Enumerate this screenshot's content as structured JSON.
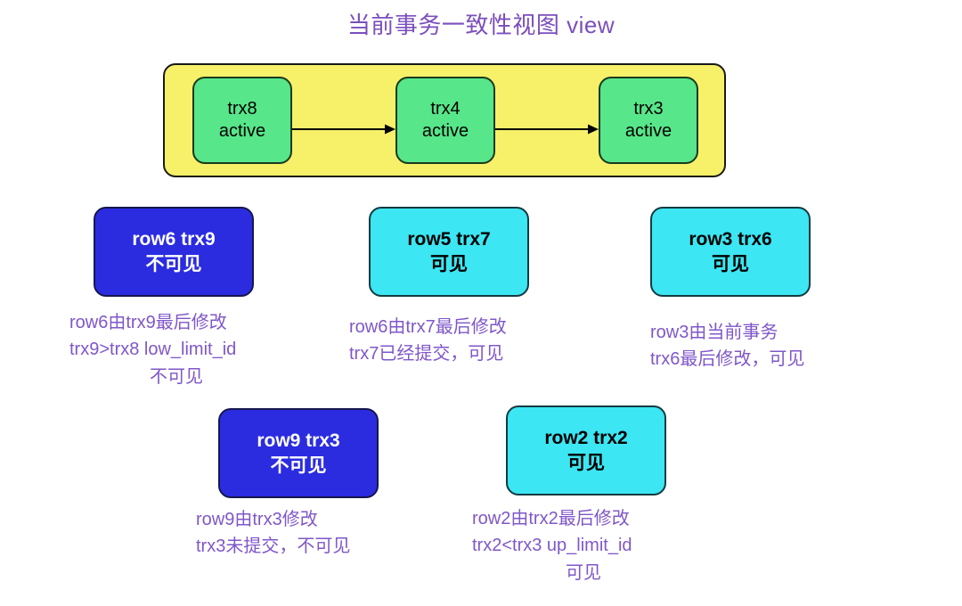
{
  "title": "当前事务一致性视图 view",
  "colors": {
    "title_text": "#7b4fbd",
    "caption_text": "#7f57c9",
    "container_fill": "#f7f069",
    "container_border": "#1a1a1a",
    "active_trx_fill": "#57e68a",
    "active_trx_border": "#1a3a1f",
    "invisible_fill": "#2b2ce0",
    "invisible_text": "#ffffff",
    "visible_fill": "#3ce6f2",
    "visible_text": "#000000",
    "arrow": "#000000"
  },
  "active_view": {
    "transactions": [
      {
        "id": "trx8",
        "state": "active"
      },
      {
        "id": "trx4",
        "state": "active"
      },
      {
        "id": "trx3",
        "state": "active"
      }
    ],
    "arrows": [
      {
        "from": "trx8",
        "to": "trx4"
      },
      {
        "from": "trx4",
        "to": "trx3"
      }
    ]
  },
  "rows": [
    {
      "label": "row6 trx9",
      "visibility": "不可见",
      "visible": false,
      "caption": [
        {
          "text": "row6由trx9最后修改",
          "center": false
        },
        {
          "text": "trx9>trx8 low_limit_id",
          "center": false
        },
        {
          "text": "不可见",
          "center": true
        }
      ]
    },
    {
      "label": "row5 trx7",
      "visibility": "可见",
      "visible": true,
      "caption": [
        {
          "text": "row6由trx7最后修改",
          "center": false
        },
        {
          "text": "trx7已经提交，可见",
          "center": false
        }
      ]
    },
    {
      "label": "row3 trx6",
      "visibility": "可见",
      "visible": true,
      "caption": [
        {
          "text": "row3由当前事务",
          "center": false
        },
        {
          "text": "trx6最后修改，可见",
          "center": false
        }
      ]
    },
    {
      "label": "row9 trx3",
      "visibility": "不可见",
      "visible": false,
      "caption": [
        {
          "text": "row9由trx3修改",
          "center": false
        },
        {
          "text": "trx3未提交，不可见",
          "center": false
        }
      ]
    },
    {
      "label": "row2 trx2",
      "visibility": "可见",
      "visible": true,
      "caption": [
        {
          "text": "row2由trx2最后修改",
          "center": false
        },
        {
          "text": "trx2<trx3 up_limit_id",
          "center": false
        },
        {
          "text": "可见",
          "center": true
        }
      ]
    }
  ]
}
